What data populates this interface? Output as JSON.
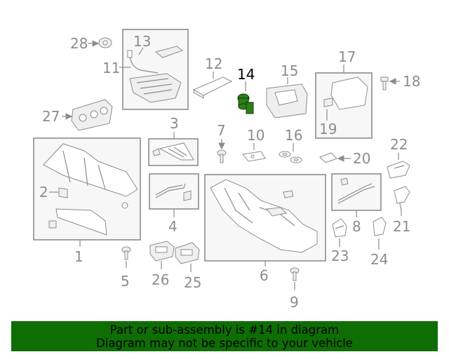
{
  "diagram": {
    "highlight_part": "14",
    "colors": {
      "highlight": "#2e7d1c",
      "banner": "#0e6e03",
      "line": "#8c8c8c"
    },
    "callouts": [
      "1",
      "2",
      "3",
      "4",
      "5",
      "6",
      "7",
      "8",
      "9",
      "10",
      "11",
      "12",
      "13",
      "14",
      "15",
      "16",
      "17",
      "18",
      "19",
      "20",
      "21",
      "22",
      "23",
      "24",
      "25",
      "26",
      "27",
      "28"
    ]
  },
  "banner": {
    "line1": "Part or sub-assembly is #14 in diagram",
    "line2": "Diagram may not be specific to your vehicle"
  }
}
